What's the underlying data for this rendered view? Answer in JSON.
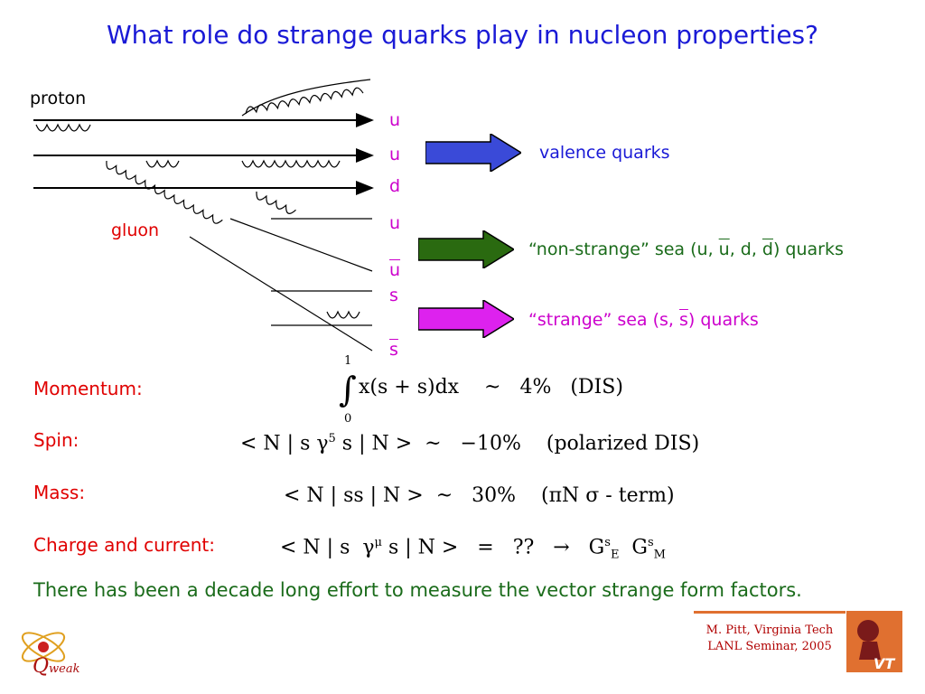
{
  "title": "What role do strange quarks play in nucleon properties?",
  "diagram": {
    "proton_label": "proton",
    "gluon_label": "gluon",
    "quarks": [
      "u",
      "u",
      "d",
      "u",
      "u",
      "s",
      "s"
    ],
    "arrows": [
      {
        "label": "valence quarks",
        "color": "#3a4ad8"
      },
      {
        "label_parts": [
          "“non-strange” sea (u, ",
          "u",
          ", d, ",
          "d",
          ") quarks"
        ],
        "color": "#2a6a10"
      },
      {
        "label_parts": [
          "“strange” sea (s, ",
          "s",
          ") quarks"
        ],
        "color": "#dd22ee"
      }
    ]
  },
  "properties": [
    {
      "label": "Momentum:"
    },
    {
      "label": "Spin:"
    },
    {
      "label": "Mass:"
    },
    {
      "label": "Charge and current:"
    }
  ],
  "equations": {
    "momentum": {
      "int_upper": "1",
      "int_lower": "0",
      "body": "x(s + s)dx    ~   4%   (DIS)"
    },
    "spin": {
      "pre": "< N | s γ",
      "sup": "5",
      "post": " s | N >  ~   −10%    (polarized DIS)"
    },
    "mass": {
      "body": "< N | ss | N >  ~   30%    (πN σ - term)"
    },
    "charge": {
      "pre": "< N | s  γ",
      "sup": "μ",
      "mid": " s | N >   =   ??   →   G",
      "gE_sup": "s",
      "gE_sub": "E",
      "gm": "  G",
      "gM_sup": "s",
      "gM_sub": "M"
    }
  },
  "note": "There has been a decade long effort to measure the vector strange form factors.",
  "credit": {
    "line1": "M. Pitt, Virginia Tech",
    "line2": "LANL Seminar, 2005"
  },
  "logos": {
    "qweak_text": "weak",
    "qweak_letter": "Q",
    "vt_text": "VT"
  }
}
